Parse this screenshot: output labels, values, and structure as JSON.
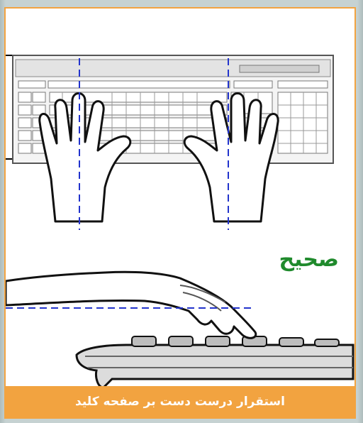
{
  "heading": "صحیح",
  "footer": "استقرار درست دست بر صفحه کلید",
  "colors": {
    "frame": "#f2a340",
    "heading": "#1f8a2c",
    "guide_lines": "#2233cc",
    "footer_text": "#ffffff"
  },
  "icons": {
    "top_view": "keyboard-top-view-with-hands",
    "side_view": "keyboard-side-view-with-hand"
  }
}
